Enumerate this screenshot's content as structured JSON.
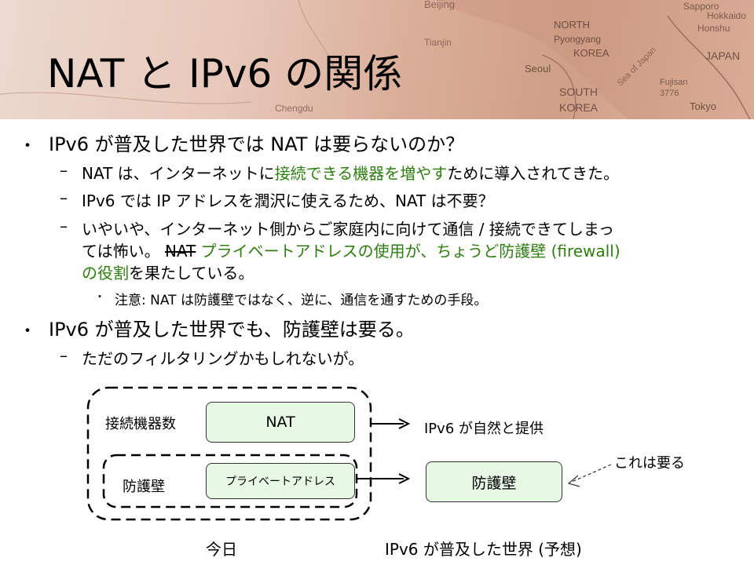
{
  "slide": {
    "title": "NAT と IPv6 の関係"
  },
  "banner": {
    "map_labels": [
      "Beijing",
      "Tianjin",
      "NORTH",
      "Pyongyang",
      "KOREA",
      "Seoul",
      "SOUTH",
      "KOREA",
      "JAPAN",
      "Honshu",
      "Tokyo",
      "Sapporo",
      "Hokkaido",
      "Sea of Japan",
      "Chengdu",
      "Fujisan",
      "3776"
    ]
  },
  "bullets": {
    "b1": "IPv6 が普及した世界では NAT は要らないのか？",
    "b1_sub1_a": "NAT は、インターネットに",
    "b1_sub1_b": "接続できる機器を増やす",
    "b1_sub1_c": "ために導入されてきた。",
    "b1_sub2": "IPv6 では IP アドレスを潤沢に使えるため、NAT は不要？",
    "b1_sub3_line1": "いやいや、インターネット側からご家庭内に向けて通信 / 接続できてしまっ",
    "b1_sub3_a": "ては怖い。",
    "b1_sub3_strike": "NAT",
    "b1_sub3_b": "プライベートアドレスの使用が、ちょうど防護壁 (firewall)",
    "b1_sub3_c": "の役割",
    "b1_sub3_d": "を果たしている。",
    "b1_sub3_note": "注意: NAT は防護壁ではなく、逆に、通信を通すための手段。",
    "b2": "IPv6 が普及した世界でも、防護壁は要る。",
    "b2_sub1": "ただのフィルタリングかもしれないが。"
  },
  "diagram": {
    "label_devices": "接続機器数",
    "label_firewall": "防護壁",
    "box_nat": "NAT",
    "box_private": "プライベートアドレス",
    "provided_text": "IPv6 が自然と提供",
    "box_firewall": "防護壁",
    "needed_text": "これは要る",
    "caption_today": "今日",
    "caption_future": "IPv6 が普及した世界 (予想)"
  }
}
